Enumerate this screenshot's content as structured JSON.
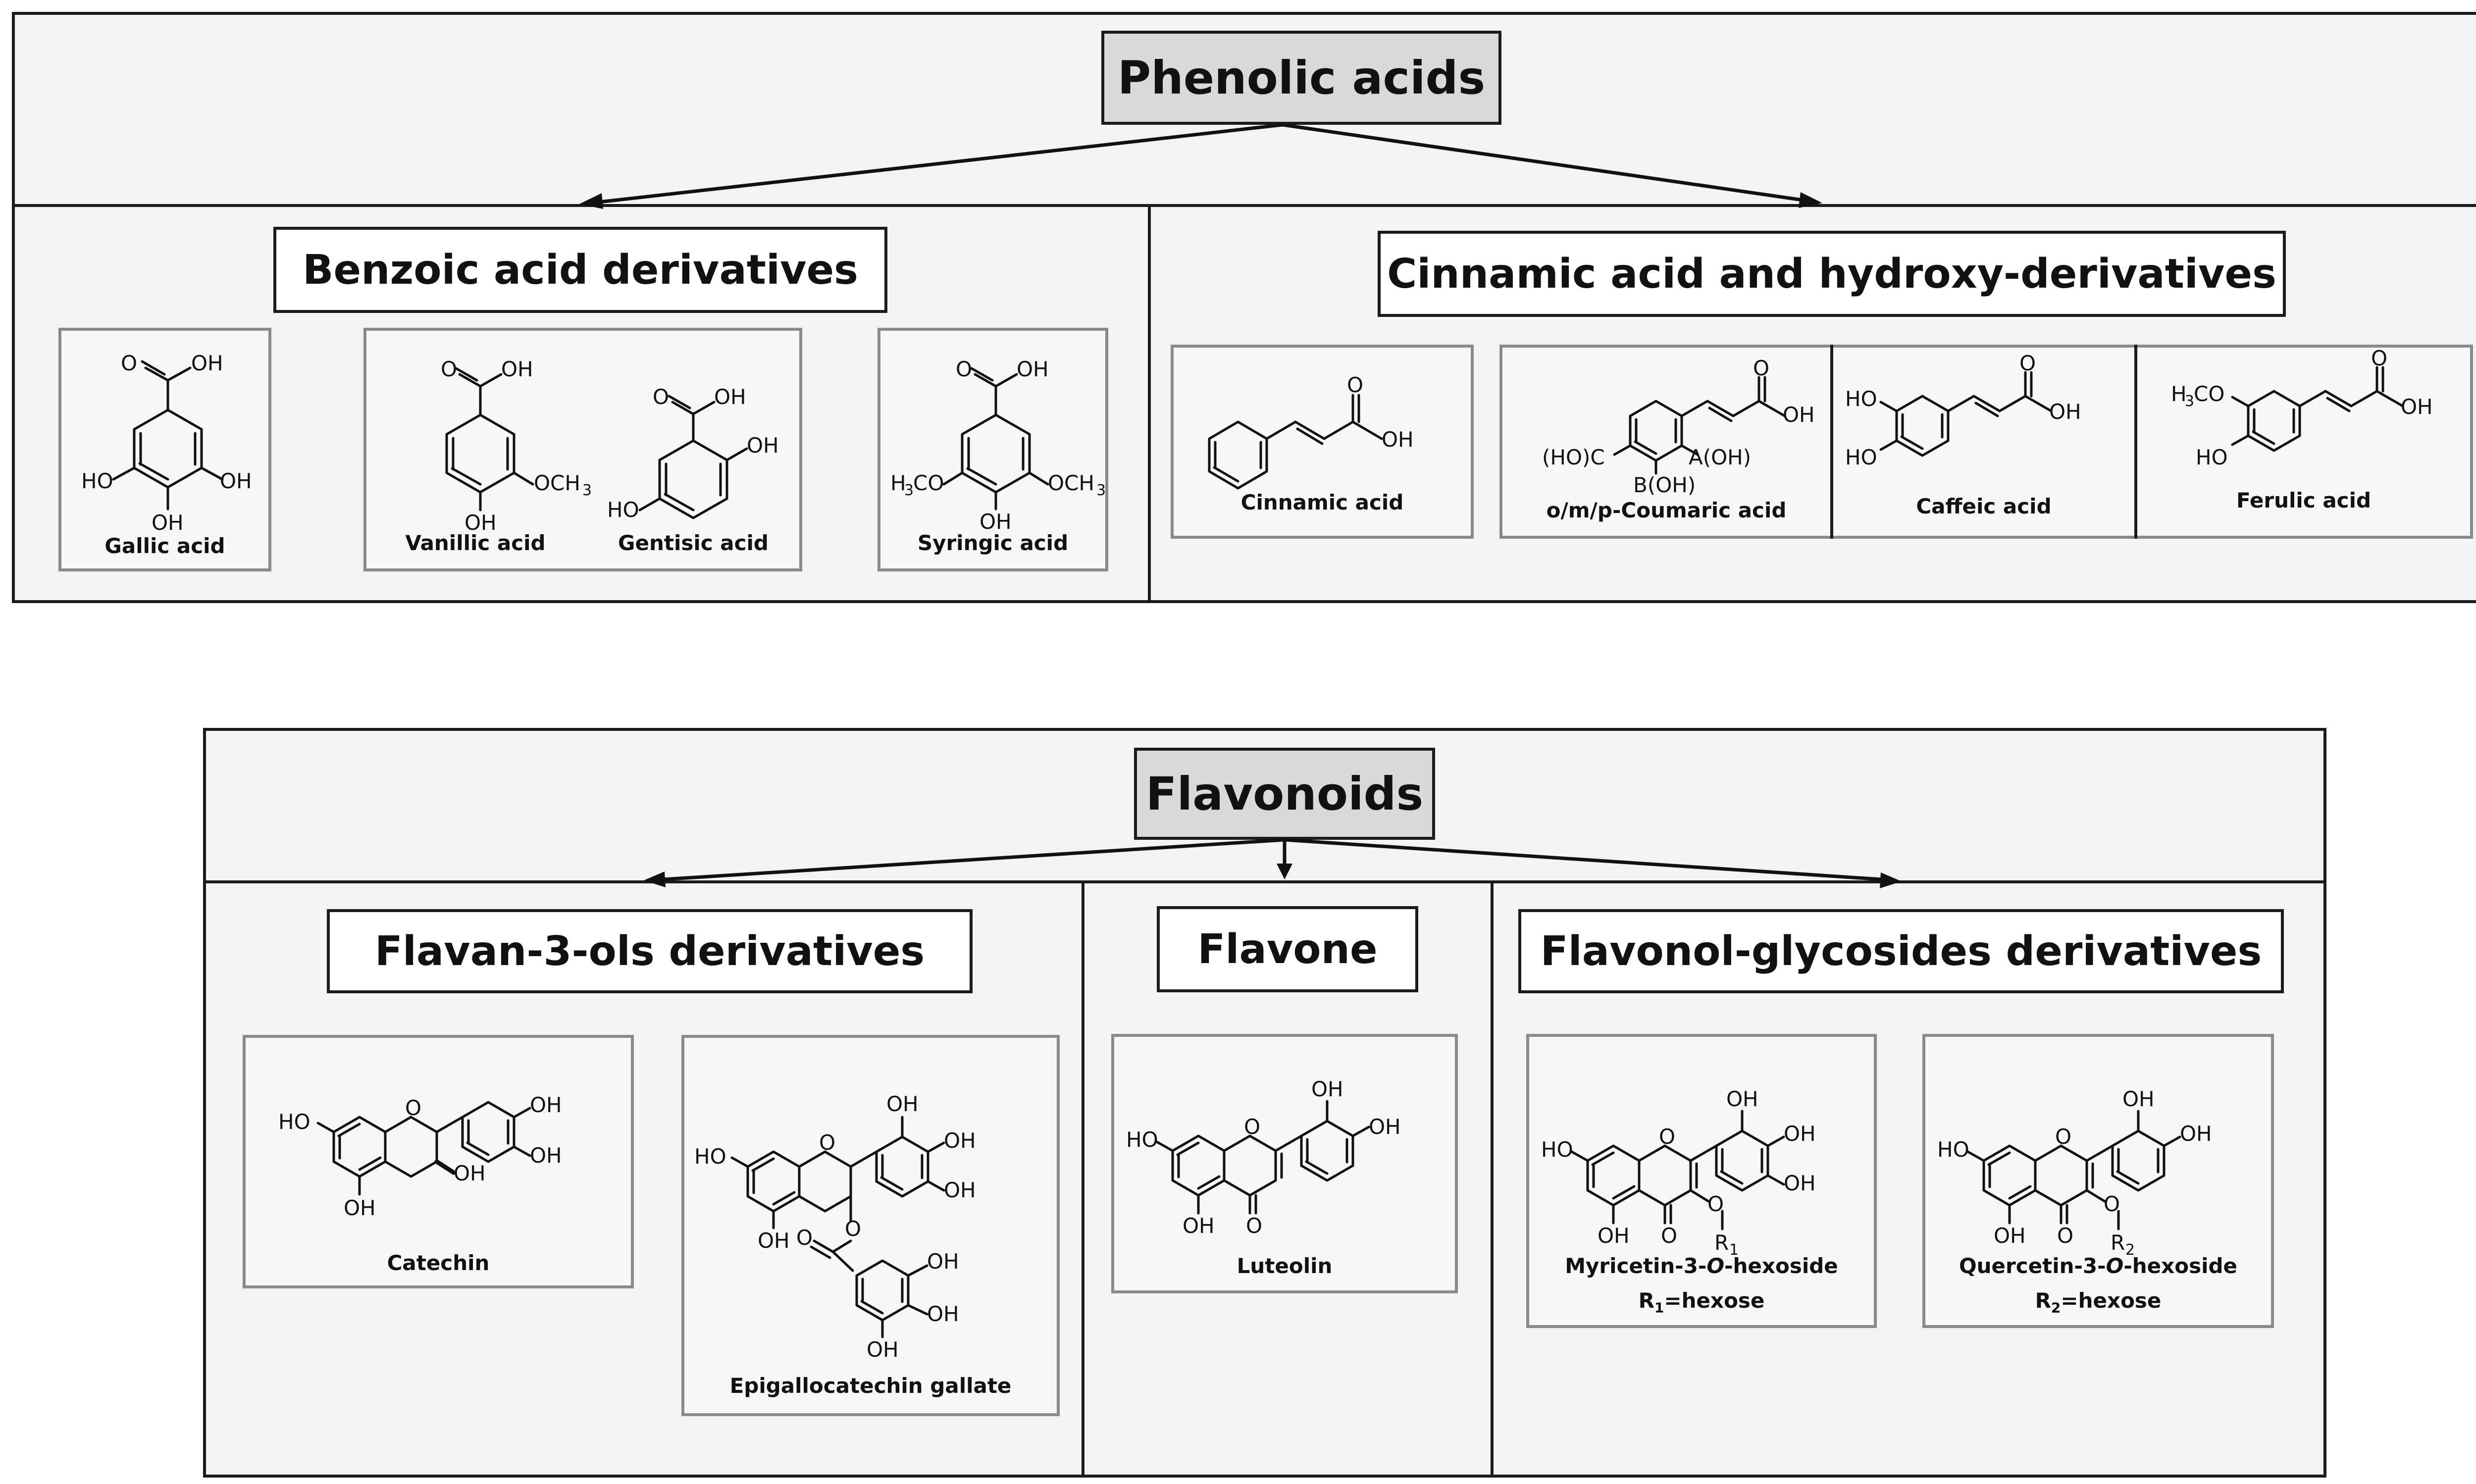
{
  "phenolic": {
    "title": "Phenolic acids",
    "benzoic": {
      "title": "Benzoic acid derivatives",
      "compounds": [
        "Gallic acid",
        "Vanillic acid",
        "Gentisic acid",
        "Syringic acid"
      ]
    },
    "cinnamic": {
      "title": "Cinnamic acid and hydroxy-derivatives",
      "compounds": [
        "Cinnamic acid",
        "o/m/p-Coumaric acid",
        "Caffeic acid",
        "Ferulic acid"
      ]
    }
  },
  "flavonoids": {
    "title": "Flavonoids",
    "flavanols": {
      "title": "Flavan-3-ols derivatives",
      "compounds": [
        "Catechin",
        "Epigallocatechin gallate"
      ]
    },
    "flavone": {
      "title": "Flavone",
      "compounds": [
        "Luteolin"
      ]
    },
    "flavonol_glycosides": {
      "title": "Flavonol-glycosides derivatives",
      "myricetin": {
        "name_pre": "Myricetin-3-",
        "name_italic": "O",
        "name_post": "-hexoside",
        "r_label": "R",
        "r_sub": "1",
        "r_value": "=hexose"
      },
      "quercetin": {
        "name_pre": "Quercetin-3-",
        "name_italic": "O",
        "name_post": "-hexoside",
        "r_label": "R",
        "r_sub": "2",
        "r_value": "=hexose"
      }
    }
  },
  "labels": {
    "OH": "OH",
    "HO": "HO",
    "O": "O",
    "OCH3": "OCH",
    "three": "3",
    "H3CO": "H",
    "H3CO_3": "3",
    "H3CO_CO": "CO",
    "HOC": "(HO)C",
    "AOH": "A(OH)",
    "BOH": "B(OH)",
    "R": "R",
    "R1": "1",
    "R2": "2"
  },
  "colors": {
    "panel_bg": "#f3f3f3",
    "title_bg": "#d9d9d9",
    "card_border": "#8a8a8a",
    "line": "#1b1b1b"
  }
}
